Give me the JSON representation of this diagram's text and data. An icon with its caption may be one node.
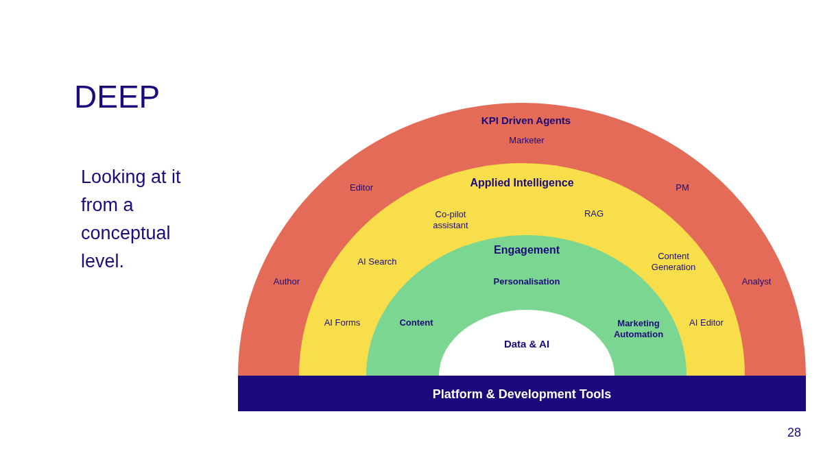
{
  "diagram": {
    "title": "DEEP",
    "nodes": [
      {
        "text": [
          "KPI Driven Agents",
          "Marketer",
          "Editor",
          "PM",
          "Author",
          "Analyst"
        ]
      },
      {
        "text": [
          "Applied Intelligence",
          "Co-pilot assistant",
          "RAG",
          "AI Search",
          "Content Generation",
          "AI Forms",
          "AI Editor"
        ],
        "in": 0
      },
      {
        "text": [
          "Engagement",
          "Personalisation",
          "Content",
          "Marketing Automation"
        ],
        "in": 1
      },
      {
        "text": [
          "Data & AI"
        ],
        "in": 2
      },
      {
        "text": [
          "Platform & Development Tools"
        ]
      }
    ],
    "labels": [
      "Looking at it from a conceptual level.",
      "28"
    ]
  }
}
